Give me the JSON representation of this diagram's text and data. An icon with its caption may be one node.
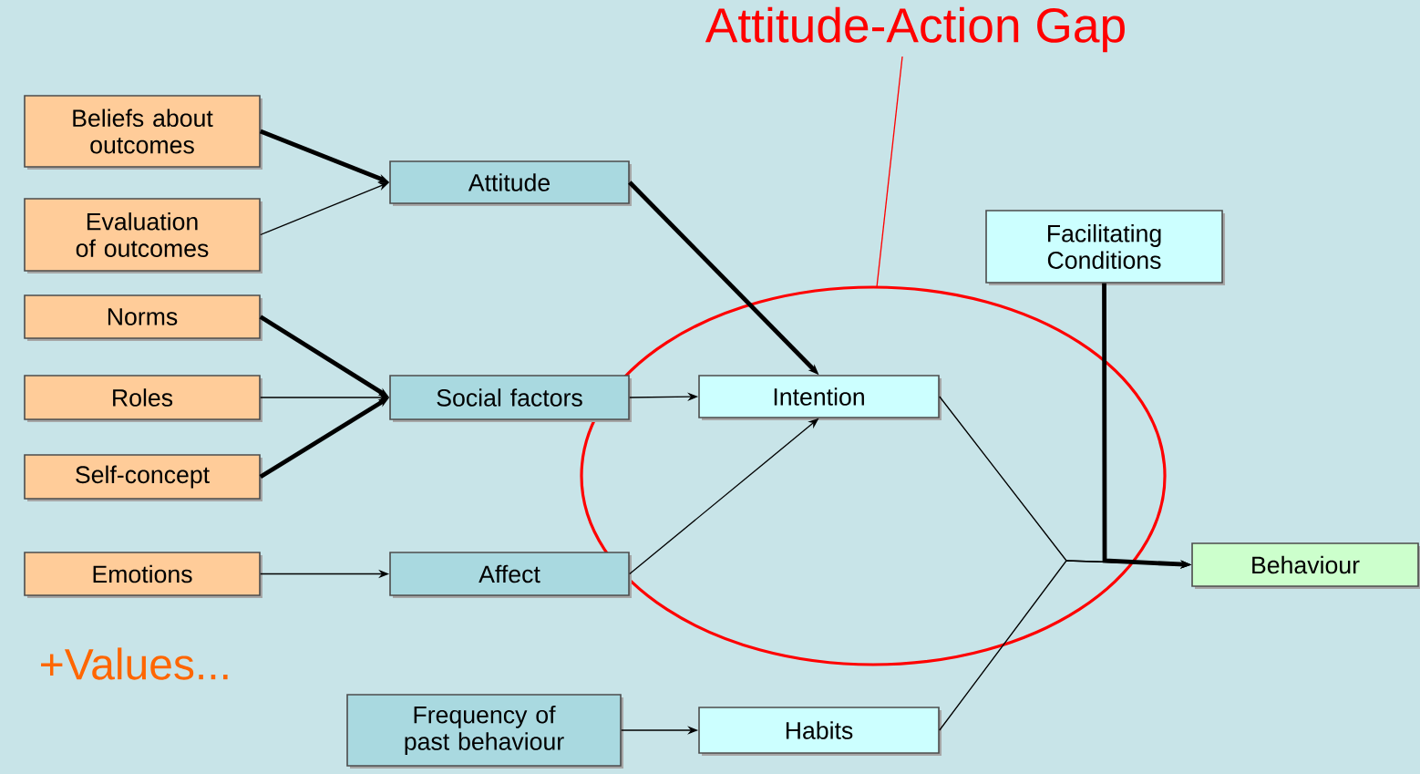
{
  "diagram": {
    "nodes": [
      {
        "text": [
          "Beliefs about outcomes"
        ]
      },
      {
        "text": [
          "Evaluation of outcomes"
        ]
      },
      {
        "text": [
          "Norms"
        ]
      },
      {
        "text": [
          "Roles"
        ]
      },
      {
        "text": [
          "Self-concept"
        ]
      },
      {
        "text": [
          "Emotions"
        ]
      },
      {
        "text": [
          "Attitude"
        ]
      },
      {
        "text": [
          "Social factors"
        ]
      },
      {
        "text": [
          "Affect"
        ]
      },
      {
        "text": [
          "Intention"
        ]
      },
      {
        "text": [
          "Facilitating Conditions"
        ]
      },
      {
        "text": [
          "Behaviour"
        ]
      },
      {
        "text": [
          "Frequency of past behaviour"
        ]
      },
      {
        "text": [
          "Habits"
        ]
      },
      {
        "text": [
          "Attitude-Action Gap"
        ]
      }
    ],
    "edges": [
      {
        "from": 0,
        "to": 6,
        "arrow": "to",
        "style": "thick"
      },
      {
        "from": 1,
        "to": 6,
        "arrow": "to"
      },
      {
        "from": 2,
        "to": 7,
        "arrow": "to",
        "style": "thick"
      },
      {
        "from": 3,
        "to": 7,
        "arrow": "to"
      },
      {
        "from": 4,
        "to": 7,
        "arrow": "to",
        "style": "thick"
      },
      {
        "from": 5,
        "to": 8,
        "arrow": "to"
      },
      {
        "from": 6,
        "to": 9,
        "arrow": "to",
        "style": "thick"
      },
      {
        "from": 7,
        "to": 9,
        "arrow": "to"
      },
      {
        "from": 8,
        "to": 9,
        "arrow": "to"
      },
      {
        "from": 9,
        "to": 11,
        "arrow": "to"
      },
      {
        "from": 13,
        "to": 11,
        "arrow": "to"
      },
      {
        "from": 10,
        "to": 11,
        "arrow": "to",
        "style": "thick"
      },
      {
        "from": 12,
        "to": 13,
        "arrow": "to"
      },
      {
        "from": 14,
        "to": null,
        "arrow": "none",
        "color": "#ff0000"
      }
    ],
    "labels": [
      "+Values..."
    ]
  }
}
